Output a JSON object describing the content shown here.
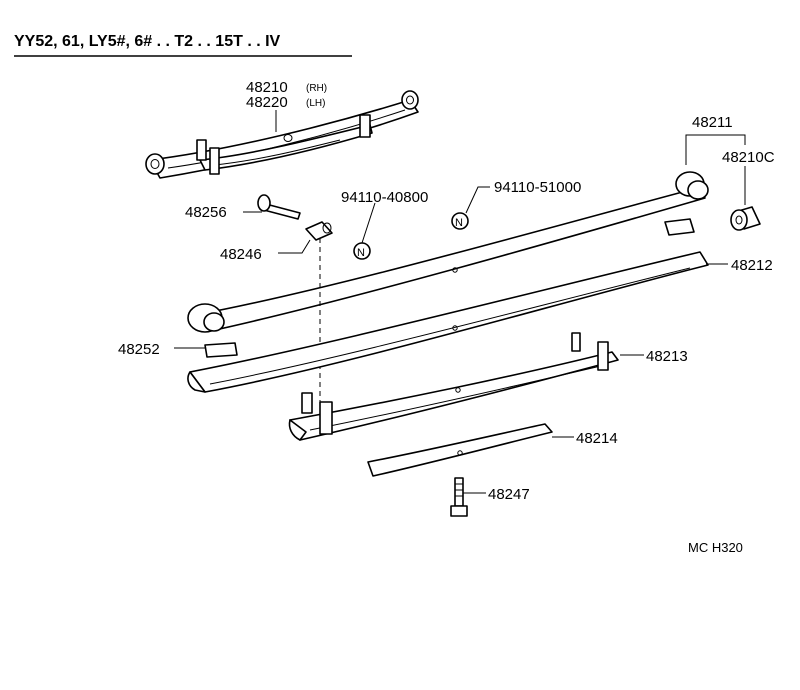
{
  "header": {
    "title": "YY52, 61, LY5#, 6# . . T2 . . 15T . . IV"
  },
  "parts": {
    "p48210": "48210",
    "p48210_side": "(RH)",
    "p48220": "48220",
    "p48220_side": "(LH)",
    "p48211": "48211",
    "p48210c": "48210C",
    "p48256": "48256",
    "p48246": "48246",
    "p94110_40800": "94110-40800",
    "p94110_51000": "94110-51000",
    "p48212": "48212",
    "p48252": "48252",
    "p48213": "48213",
    "p48214": "48214",
    "p48247": "48247"
  },
  "nut_symbol": "N",
  "footer": {
    "code": "MC  H320"
  }
}
